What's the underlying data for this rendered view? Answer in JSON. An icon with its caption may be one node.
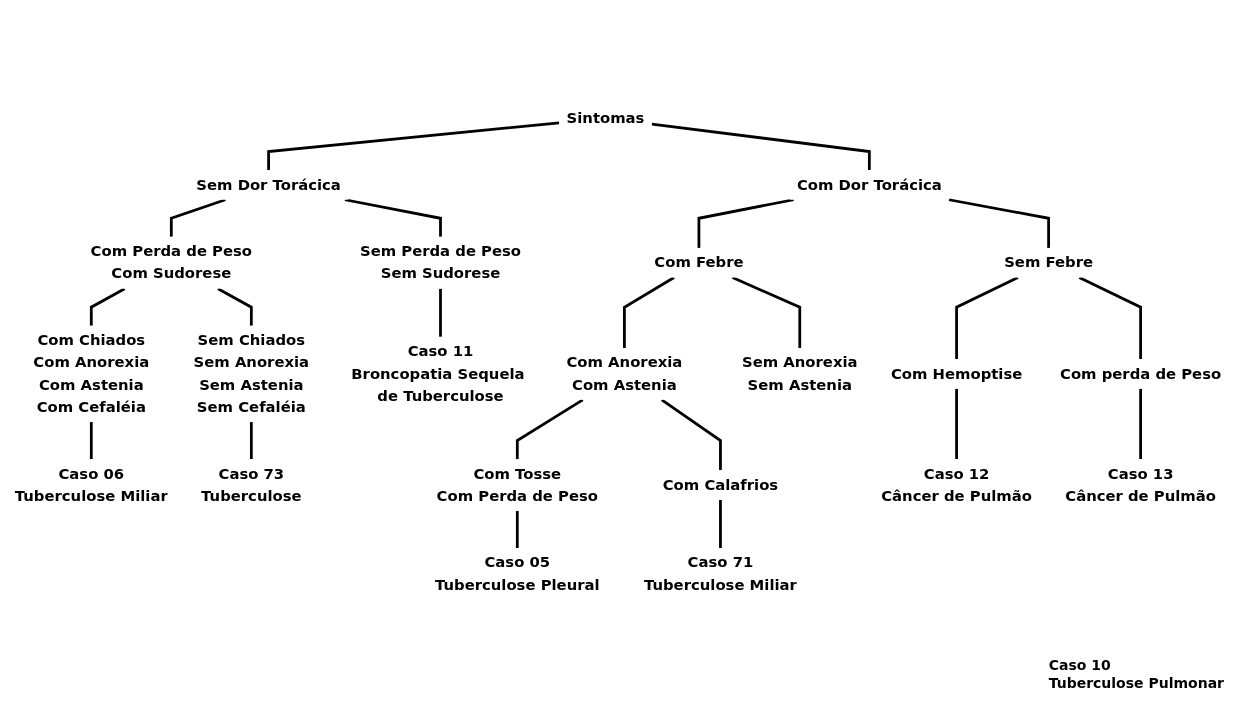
{
  "diagram": {
    "nodes": [
      {
        "text": [
          "Sintomas"
        ]
      },
      {
        "text": [
          "Sem Dor Torácica"
        ]
      },
      {
        "text": [
          "Com Dor Torácica"
        ]
      },
      {
        "text": [
          "Com Perda de Peso",
          "Com Sudorese"
        ]
      },
      {
        "text": [
          "Sem Perda de Peso",
          "Sem Sudorese"
        ]
      },
      {
        "text": [
          "Com Febre"
        ]
      },
      {
        "text": [
          "Sem Febre"
        ]
      },
      {
        "text": [
          "Com Chiados",
          "Com Anorexia",
          "Com Astenia",
          "Com Cefaléia"
        ]
      },
      {
        "text": [
          "Sem Chiados",
          "Sem Anorexia",
          "Sem Astenia",
          "Sem Cefaléia"
        ]
      },
      {
        "text": [
          "Caso 11",
          "Broncopatia Sequela de Tuberculose"
        ]
      },
      {
        "text": [
          "Com Anorexia",
          "Com Astenia"
        ]
      },
      {
        "text": [
          "Sem Anorexia",
          "Sem Astenia"
        ]
      },
      {
        "text": [
          "Com Hemoptise"
        ]
      },
      {
        "text": [
          "Com perda de Peso"
        ]
      },
      {
        "text": [
          "Caso 06",
          "Tuberculose Miliar"
        ]
      },
      {
        "text": [
          "Caso 73",
          "Tuberculose"
        ]
      },
      {
        "text": [
          "Com Tosse",
          "Com Perda de Peso"
        ]
      },
      {
        "text": [
          "Com Calafrios"
        ]
      },
      {
        "text": [
          "Caso 12",
          "Câncer de Pulmão"
        ]
      },
      {
        "text": [
          "Caso 13",
          "Câncer de Pulmão"
        ]
      },
      {
        "text": [
          "Caso 05",
          "Tuberculose Pleural"
        ]
      },
      {
        "text": [
          "Caso 71",
          "Tuberculose Miliar"
        ]
      }
    ],
    "edges": [
      {
        "from": 0,
        "to": 1,
        "arrow": "none"
      },
      {
        "from": 0,
        "to": 2,
        "arrow": "none"
      },
      {
        "from": 1,
        "to": 3,
        "arrow": "none"
      },
      {
        "from": 1,
        "to": 4,
        "arrow": "none"
      },
      {
        "from": 2,
        "to": 5,
        "arrow": "none"
      },
      {
        "from": 2,
        "to": 6,
        "arrow": "none"
      },
      {
        "from": 3,
        "to": 7,
        "arrow": "none"
      },
      {
        "from": 3,
        "to": 8,
        "arrow": "none"
      },
      {
        "from": 4,
        "to": 9,
        "arrow": "none"
      },
      {
        "from": 5,
        "to": 10,
        "arrow": "none"
      },
      {
        "from": 5,
        "to": 11,
        "arrow": "none"
      },
      {
        "from": 6,
        "to": 12,
        "arrow": "none"
      },
      {
        "from": 6,
        "to": 13,
        "arrow": "none"
      },
      {
        "from": 7,
        "to": 14,
        "arrow": "none"
      },
      {
        "from": 8,
        "to": 15,
        "arrow": "none"
      },
      {
        "from": 10,
        "to": 16,
        "arrow": "none"
      },
      {
        "from": 10,
        "to": 17,
        "arrow": "none"
      },
      {
        "from": 12,
        "to": 18,
        "arrow": "none"
      },
      {
        "from": 13,
        "to": 19,
        "arrow": "none"
      },
      {
        "from": 16,
        "to": 20,
        "arrow": "none"
      },
      {
        "from": 17,
        "to": 21,
        "arrow": "none"
      }
    ],
    "labels": [
      "Caso 10",
      "Tuberculose Pulmonar"
    ]
  }
}
